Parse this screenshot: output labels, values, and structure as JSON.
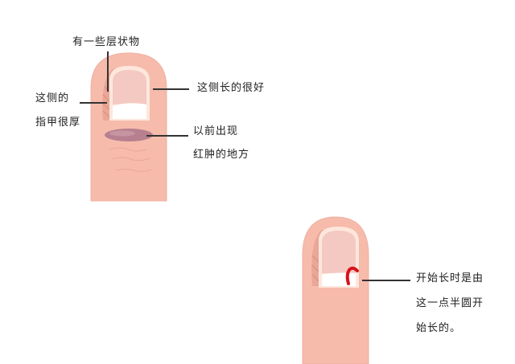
{
  "diagram": {
    "colors": {
      "skin": "#f6bbab",
      "skin_edge": "#eeb1a1",
      "nail_bed": "#f4c9c2",
      "nail_rim": "#fde7dc",
      "nail_free_edge": "#ffffff",
      "bruise": "#b7808f",
      "highlight_red": "#d8121a",
      "leader_line": "#333333"
    },
    "finger_1": {
      "labels": {
        "layered": "有一些层状物",
        "thick_side_line1": "这侧的",
        "thick_side_line2": "指甲很厚",
        "good_side": "这侧长的很好",
        "swelling_line1": "以前出现",
        "swelling_line2": "红肿的地方"
      }
    },
    "finger_2": {
      "labels": {
        "growth_line1": "开始长时是由",
        "growth_line2": "这一点半圆开",
        "growth_line3": "始长的。"
      }
    }
  }
}
